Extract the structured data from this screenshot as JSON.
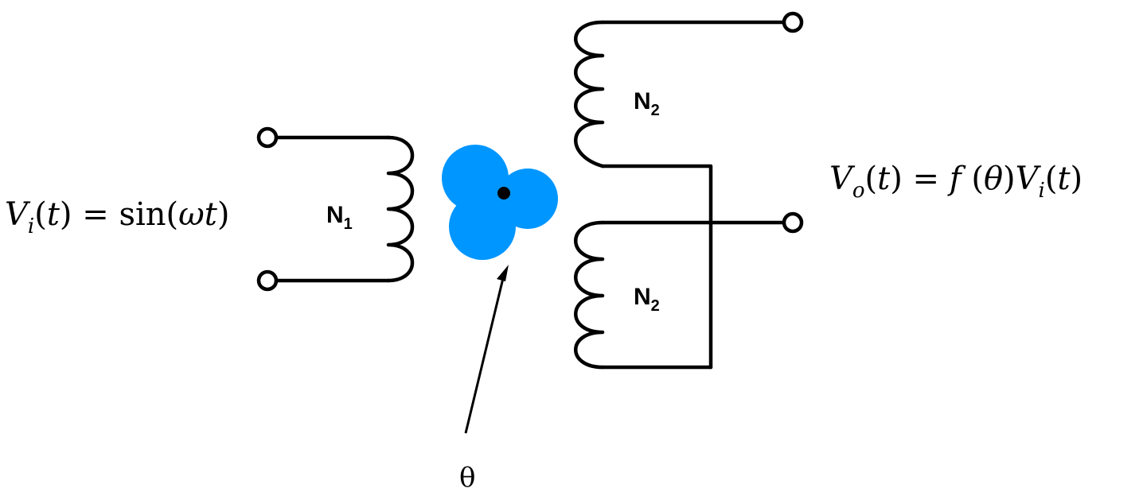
{
  "equations": {
    "input_main": "V",
    "input_sub": "i",
    "input_rest_1": "(",
    "input_rest_t": "t",
    "input_rest_2": ") = sin(",
    "input_rest_omega": "ω",
    "input_rest_t2": "t",
    "input_rest_3": ")",
    "output_main": "V",
    "output_sub": "o",
    "output_rest_1": "(",
    "output_rest_t": "t",
    "output_rest_2": ") = ",
    "output_f": "f",
    "output_rest_3": " (",
    "output_theta": "θ",
    "output_rest_4": ")",
    "output_vi": "V",
    "output_vi_sub": "i",
    "output_rest_5": "(",
    "output_rest_t2": "t",
    "output_rest_6": ")"
  },
  "windings": {
    "primary": {
      "letter": "N",
      "subscript": "1"
    },
    "secondary_top": {
      "letter": "N",
      "subscript": "2"
    },
    "secondary_bottom": {
      "letter": "N",
      "subscript": "2"
    }
  },
  "angle_label": "θ",
  "colors": {
    "rotor": "#0096FF",
    "wire": "#000000"
  }
}
